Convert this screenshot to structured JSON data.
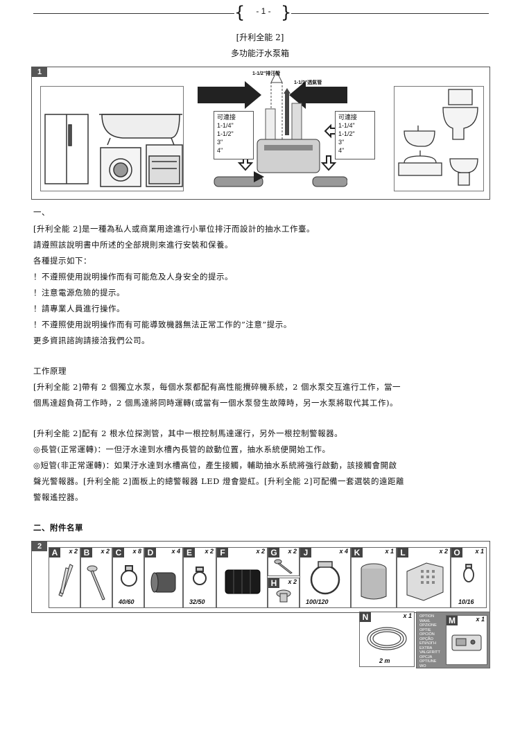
{
  "header": {
    "page_number": "- 1 -"
  },
  "title": {
    "line1": "[升利全能 2]",
    "line2": "多功能汙水泵箱"
  },
  "figure1": {
    "number": "1",
    "discharge_label": "1-1/2\"排汙管",
    "vent_label": "1-1/2\"透氣管",
    "left_box": {
      "title": "可連接",
      "sizes": [
        "1-1/4\"",
        "1-1/2\"",
        "3\"",
        "4\""
      ]
    },
    "right_box": {
      "title": "可連接",
      "sizes": [
        "1-1/4\"",
        "1-1/2\"",
        "3\"",
        "4\""
      ]
    }
  },
  "section1": {
    "heading": "一、",
    "lines": [
      "[升利全能 2]是一種為私人或商業用途進行小單位排汙而設計的抽水工作臺。",
      "請遵照該說明書中所述的全部規則來進行安裝和保養。",
      "各種提示如下：",
      "！不遵照使用說明操作而有可能危及人身安全的提示。",
      "！注意電源危險的提示。",
      "！請專業人員進行操作。",
      "！不遵照使用說明操作而有可能導致機器無法正常工作的”注意”提示。",
      "更多資訊諮詢請接洽我們公司。"
    ]
  },
  "principle": {
    "heading": "工作原理",
    "para1": [
      "[升利全能 2]帶有 2 個獨立水泵，每個水泵都配有高性能攪碎機系統，2 個水泵交互進行工作，當一",
      "個馬達超負荷工作時，2 個馬達將同時運轉(或當有一個水泵發生故障時，另一水泵將取代其工作)。"
    ],
    "para2": [
      "[升利全能 2]配有 2 根水位探測管，其中一根控制馬達運行，另外一根控制警報器。",
      "◎長管(正常運轉)：一但汙水達到水槽內長管的啟動位置，抽水系統便開始工作。",
      "◎短管(非正常運轉)：如果汙水達到水槽高位，產生接觸，輔助抽水系統將強行啟動，該接觸會開啟",
      "聲光警報器。[升利全能 2]面板上的總警報器 LED 燈會變紅。[升利全能 2]可配備一套選裝的遠距離",
      "警報遙控器。"
    ]
  },
  "section2": {
    "heading": "二、附件名單"
  },
  "figure2": {
    "number": "2",
    "items": [
      {
        "letter": "A",
        "qty": "x 2",
        "size": ""
      },
      {
        "letter": "B",
        "qty": "x 2",
        "size": ""
      },
      {
        "letter": "C",
        "qty": "x 8",
        "size": "40/60"
      },
      {
        "letter": "D",
        "qty": "x 4",
        "size": ""
      },
      {
        "letter": "E",
        "qty": "x 2",
        "size": "32/50"
      },
      {
        "letter": "F",
        "qty": "x 2",
        "size": ""
      },
      {
        "letter": "G",
        "qty": "x 2",
        "size": ""
      },
      {
        "letter": "H",
        "qty": "x 2",
        "size": ""
      },
      {
        "letter": "J",
        "qty": "x 4",
        "size": "100/120"
      },
      {
        "letter": "K",
        "qty": "x 1",
        "size": ""
      },
      {
        "letter": "L",
        "qty": "x 2",
        "size": ""
      },
      {
        "letter": "O",
        "qty": "x 1",
        "size": "10/16"
      },
      {
        "letter": "N",
        "qty": "x 1",
        "size": "2 m"
      },
      {
        "letter": "M",
        "qty": "x 1",
        "size": ""
      }
    ],
    "option_words": [
      "OPTION",
      "WAHL",
      "OPZIONE",
      "OPTIE",
      "OPCIÓN",
      "OPÇÃO",
      "ΕΠΙΛΟΓΗ",
      "EXTRA",
      "VALGFRITT",
      "OPCJA",
      "OPTIUNE",
      "WO"
    ]
  }
}
